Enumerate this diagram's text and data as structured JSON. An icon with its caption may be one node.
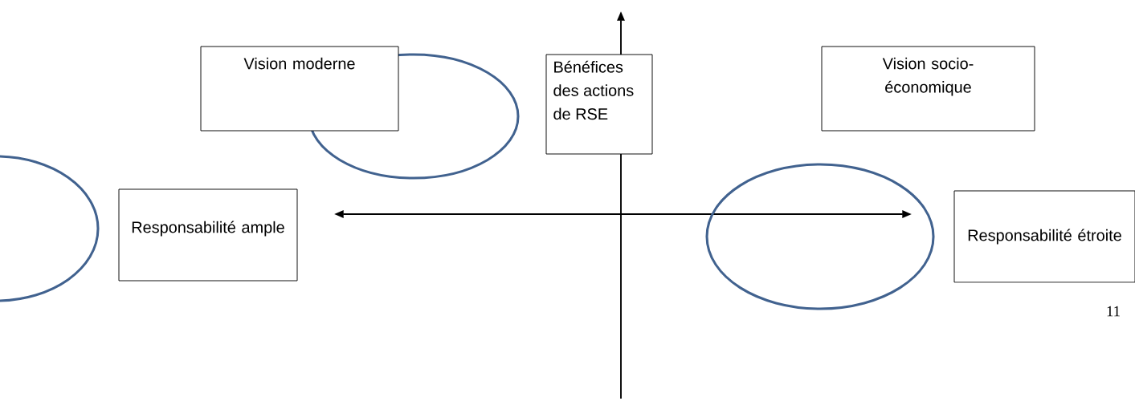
{
  "diagram": {
    "nodes": [
      {
        "text": [],
        "shape": "circle"
      },
      {
        "text": [
          "Vision moderne"
        ]
      },
      {
        "text": [
          "Bénéfices des actions de RSE"
        ]
      },
      {
        "text": [
          "Vision socio-économique"
        ]
      },
      {
        "text": [],
        "shape": "circle"
      },
      {
        "text": [
          "Responsabilité ample"
        ]
      },
      {
        "text": [],
        "shape": "circle"
      },
      {
        "text": [
          "Responsabilité étroite"
        ]
      }
    ],
    "edges": [],
    "labels": [
      "11"
    ]
  }
}
